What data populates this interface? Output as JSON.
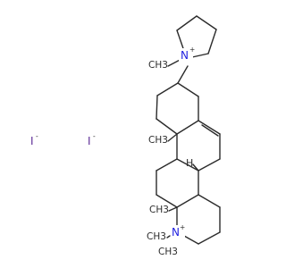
{
  "labels": {
    "n_pyrrolidinium": "N",
    "n_ring": "N",
    "charge_plus": "+",
    "methyl": "CH3",
    "hydrogen": "H",
    "iodide": "I",
    "charge_minus": "-"
  },
  "colors": {
    "bond": "#2b2b2b",
    "nitrogen": "#1f1fe0",
    "iodine": "#5a2a96",
    "background": "#ffffff"
  }
}
